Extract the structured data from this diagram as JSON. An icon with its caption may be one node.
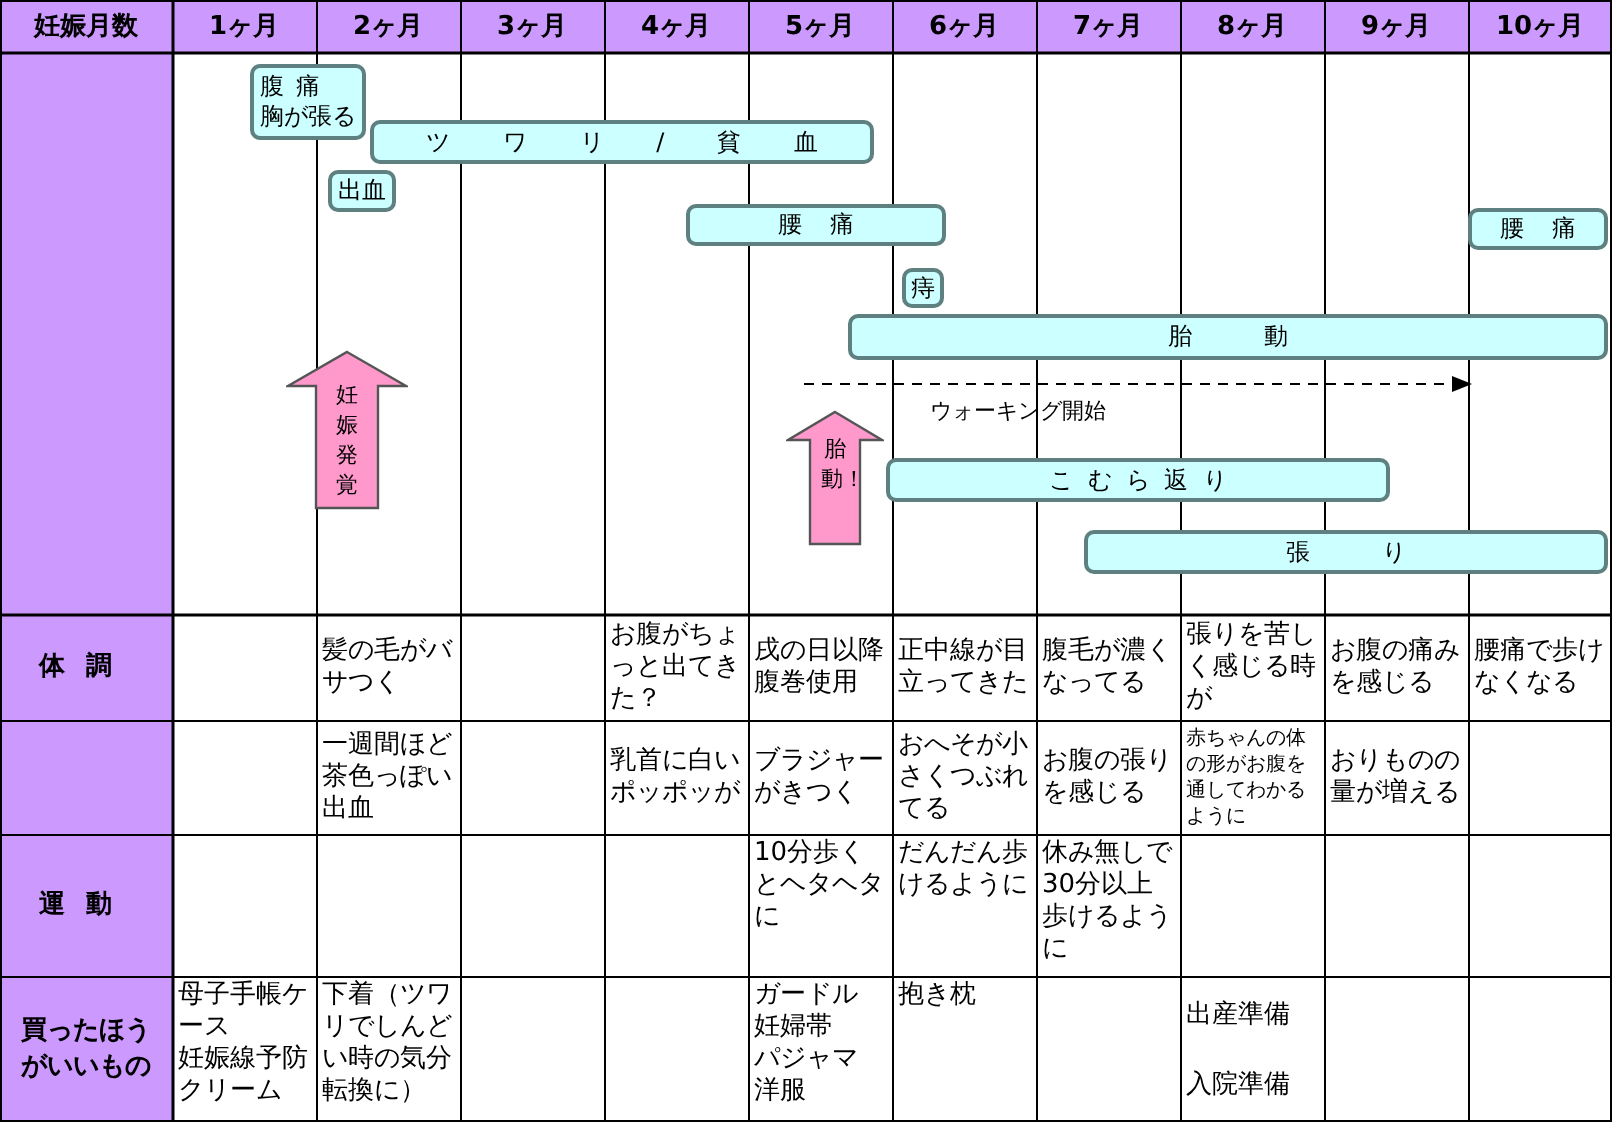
{
  "diagram": {
    "nodes": [
      {
        "text": [
          "腹痛",
          "胸が張る"
        ]
      },
      {
        "text": [
          "ツワリ/貧血"
        ]
      },
      {
        "text": [
          "出血"
        ]
      },
      {
        "text": [
          "腰痛"
        ]
      },
      {
        "text": [
          "腰痛"
        ]
      },
      {
        "text": [
          "痔"
        ]
      },
      {
        "text": [
          "胎動"
        ]
      },
      {
        "text": [
          "妊娠発覚"
        ]
      },
      {
        "text": [
          "胎動！"
        ]
      },
      {
        "text": [
          "こむら返り"
        ]
      },
      {
        "text": [
          "張り"
        ]
      }
    ],
    "labels": [
      "妊娠月数",
      "1ヶ月",
      "2ヶ月",
      "3ヶ月",
      "4ヶ月",
      "5ヶ月",
      "6ヶ月",
      "7ヶ月",
      "8ヶ月",
      "9ヶ月",
      "10ヶ月",
      "ウォーキング開始",
      "体調",
      "髪の毛がバサつく",
      "お腹がちょっと出てきた？",
      "戌の日以降腹巻使用",
      "正中線が目立ってきた",
      "腹毛が濃くなってる",
      "張りを苦しく感じる時が",
      "お腹の痛みを感じる",
      "腰痛で歩けなくなる",
      "一週間ほど茶色っぽい出血",
      "乳首に白いポッポッが",
      "ブラジャーがきつく",
      "おへそが小さくつぶれてる",
      "お腹の張りを感じる",
      "赤ちゃんの体の形がお腹を通してわかるように",
      "おりものの量が増える",
      "運動",
      "10分歩くとヘタヘタに",
      "だんだん歩けるように",
      "休み無しで30分以上歩けるように",
      "買ったほうがいいもの",
      "母子手帳ケース",
      "妊娠線予防クリーム",
      "下着（ツワリでしんどい時の気分転換に）",
      "ガードル",
      "妊婦帯",
      "パジャマ",
      "洋服",
      "抱き枕",
      "出産準備",
      "入院準備"
    ]
  }
}
